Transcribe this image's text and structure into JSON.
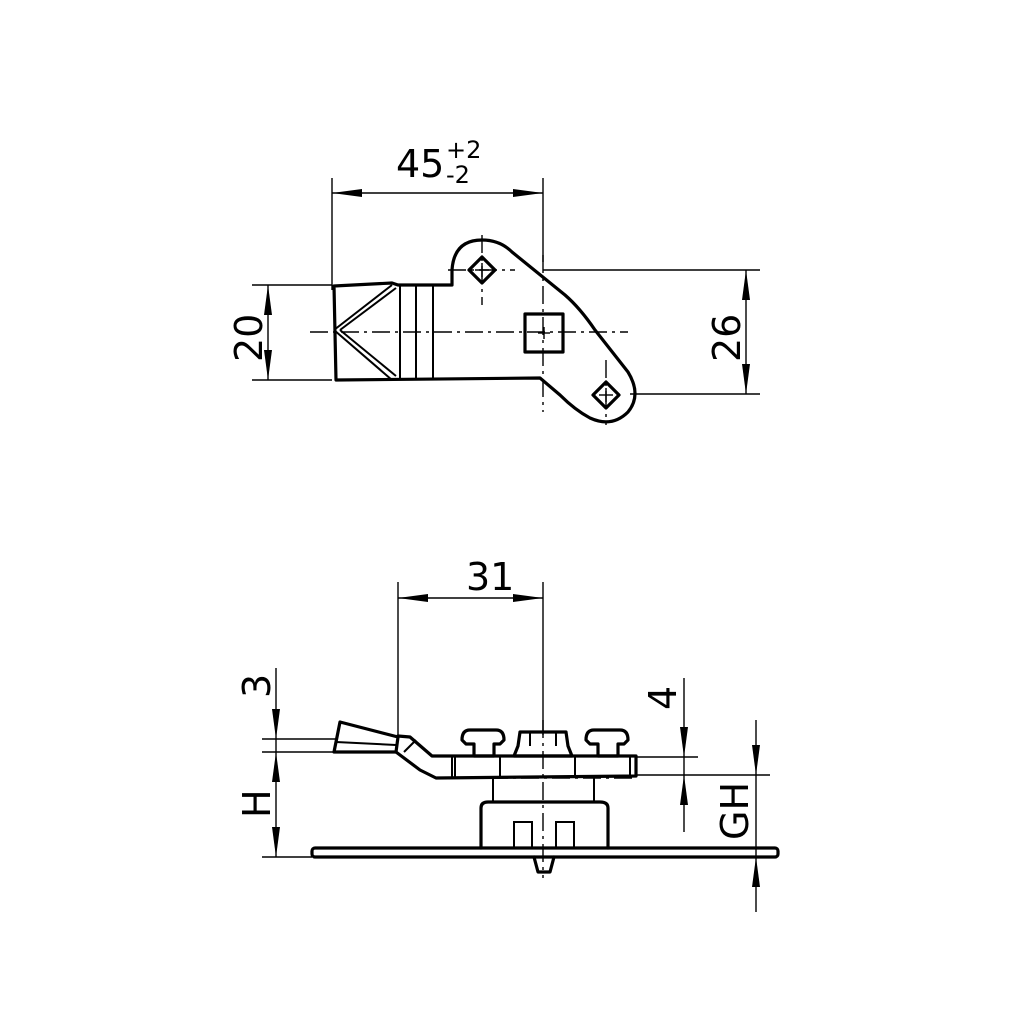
{
  "drawing": {
    "type": "technical-drawing",
    "views": [
      {
        "name": "top-view",
        "dimensions": {
          "length": {
            "value": "45",
            "tol_plus": "+2",
            "tol_minus": "-2"
          },
          "left_height": {
            "value": "20"
          },
          "right_height": {
            "value": "26"
          }
        }
      },
      {
        "name": "side-view",
        "dimensions": {
          "offset": {
            "value": "31"
          },
          "top_thickness": {
            "value": "3"
          },
          "height": {
            "value": "H"
          },
          "right_thickness": {
            "value": "4"
          },
          "grip_height": {
            "value": "GH"
          }
        }
      }
    ],
    "colors": {
      "line": "#000000",
      "background": "#ffffff"
    }
  }
}
